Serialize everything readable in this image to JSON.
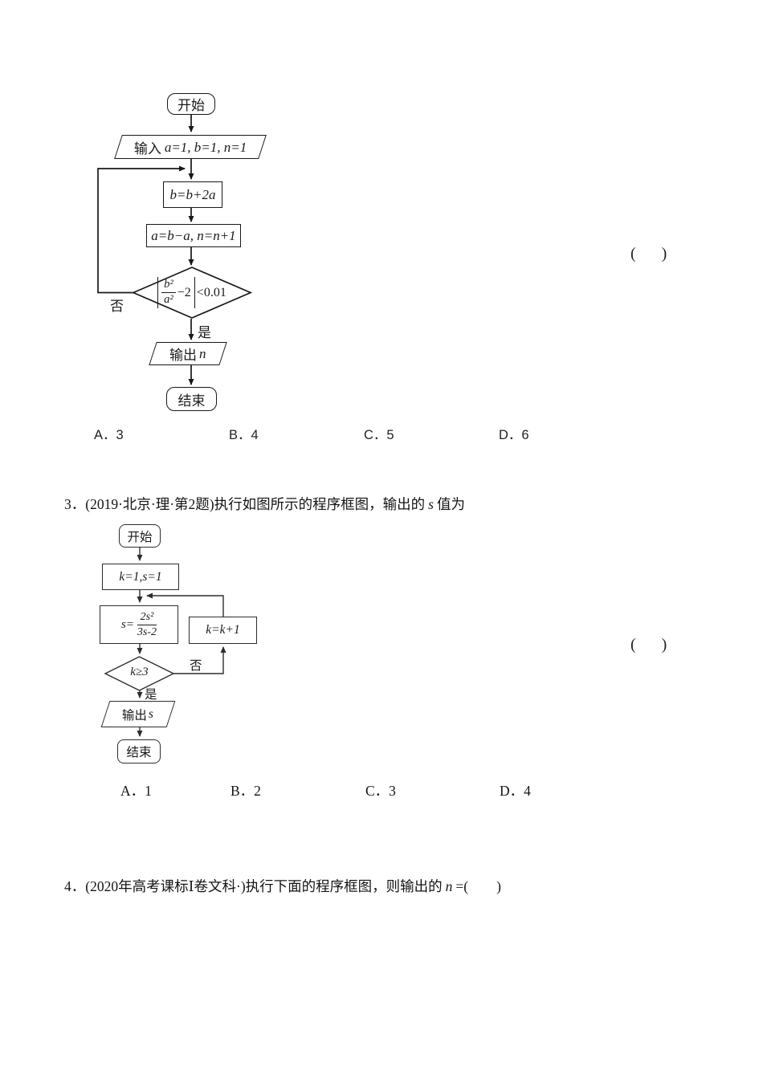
{
  "q2": {
    "flowchart": {
      "start": "开始",
      "input_prefix": "输入",
      "input_expr": "a=1, b=1, n=1",
      "step1": "b=b+2a",
      "step2": "a=b−a, n=n+1",
      "cond_num": "b²",
      "cond_den": "a²",
      "cond_suffix": "−2",
      "cond_cmp": "<0.01",
      "no_label": "否",
      "yes_label": "是",
      "output_prefix": "输出",
      "output_var": "n",
      "end": "结束"
    },
    "answer_paren_open": "(",
    "answer_paren_close": ")",
    "options": [
      "A．3",
      "B．4",
      "C．5",
      "D．6"
    ]
  },
  "q3": {
    "number": "3．",
    "stem": "(2019·北京·理·第2题)执行如图所示的程序框图，输出的",
    "stem_var": "s",
    "stem_suffix": "值为",
    "flowchart": {
      "start": "开始",
      "init": "k=1,s=1",
      "assign_lhs": "s=",
      "assign_num": "2s²",
      "assign_den": "3s-2",
      "increment": "k=k+1",
      "cond": "k≥3",
      "no_label": "否",
      "yes_label": "是",
      "output_prefix": "输出",
      "output_var": "s",
      "end": "结束"
    },
    "answer_paren_open": "(",
    "answer_paren_close": ")",
    "options": [
      "A．1",
      "B．2",
      "C．3",
      "D．4"
    ]
  },
  "q4": {
    "number": "4．",
    "stem": "(2020年高考课标Ⅰ卷文科·)执行下面的程序框图，则输出的",
    "stem_var": "n",
    "stem_suffix": "=(　　)"
  }
}
